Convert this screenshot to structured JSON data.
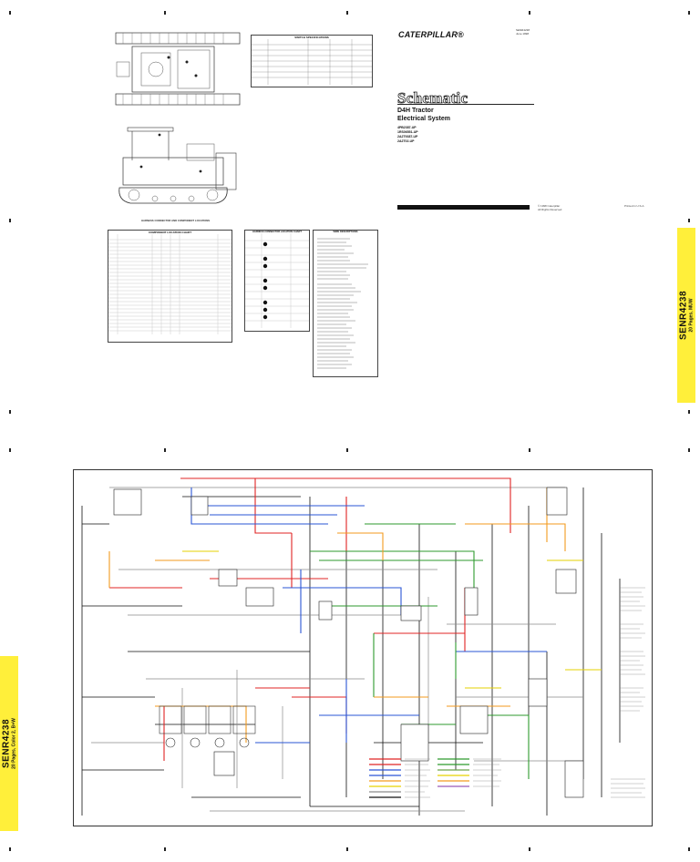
{
  "header": {
    "brand": "CATERPILLAR®",
    "doc_code": "SENR4238",
    "doc_date": "June 1998",
    "title": "Schematic",
    "subtitle_line1": "D4H Tractor",
    "subtitle_line2": "Electrical System",
    "serials": [
      "4PB2387-UP",
      "1RS06551-UP",
      "2A2T9387-UP",
      "2A2T02-UP"
    ],
    "copyright_line1": "© 1998 Caterpillar",
    "copyright_line2": "All Rights Reserved",
    "printed": "Printed in U.S.A."
  },
  "tabs": {
    "right": {
      "title": "SENR4238",
      "sub": "20 Pages, MUW"
    },
    "left": {
      "title": "SENR4238",
      "sub": "20 Pages, Color 2, B+W"
    }
  },
  "tables": {
    "switch_spec_title": "SWITCH SPECIFICATIONS",
    "component_location_title": "COMPONENT LOCATION CHART",
    "connector_location_title": "HARNESS CONNECTOR LOCATION CHART",
    "wire_desc_title": "WIRE DESCRIPTIONS",
    "machine_caption": "HARNESS CONNECTOR AND COMPONENT LOCATIONS"
  },
  "colors": {
    "accent_tab": "#ffef3a",
    "wire_red": "#e02424",
    "wire_blue": "#2a55d6",
    "wire_green": "#2e9a2e",
    "wire_orange": "#f39a1e",
    "wire_yellow": "#e6d200",
    "wire_gray": "#8a8a8a",
    "wire_black": "#111111"
  }
}
